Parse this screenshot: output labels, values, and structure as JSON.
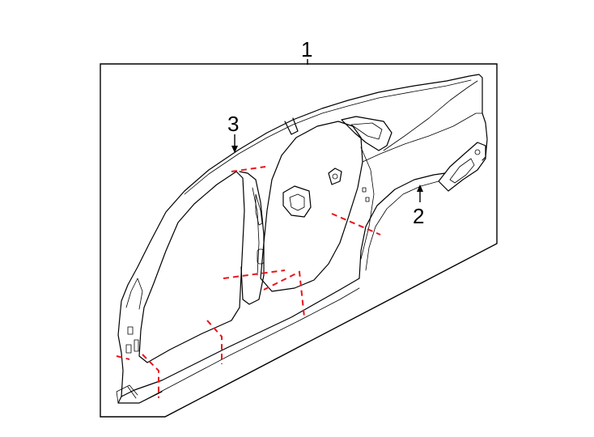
{
  "callouts": [
    {
      "id": "1",
      "label": "1"
    },
    {
      "id": "2",
      "label": "2"
    },
    {
      "id": "3",
      "label": "3"
    }
  ],
  "colors": {
    "line": "#000000",
    "cut_line": "#e8141c",
    "background": "#ffffff"
  }
}
